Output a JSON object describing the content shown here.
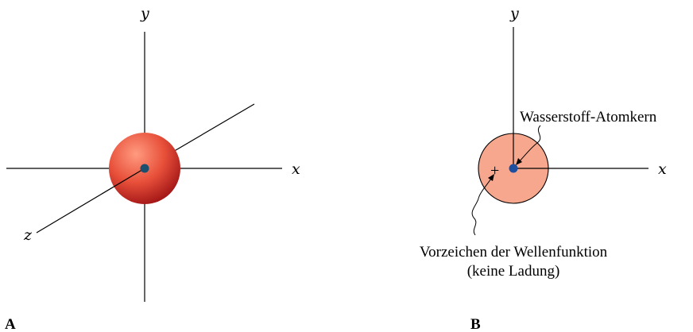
{
  "panel_a": {
    "label": "A",
    "axis_x": "x",
    "axis_y": "y",
    "axis_z": "z"
  },
  "panel_b": {
    "label": "B",
    "axis_x": "x",
    "axis_y": "y",
    "nucleus_label": "Wasserstoff-Atomkern",
    "sign_symbol": "+",
    "sign_label_line1": "Vorzeichen der Wellenfunktion",
    "sign_label_line2": "(keine Ladung)"
  },
  "colors": {
    "sphere_highlight": "#ff9b80",
    "sphere_mid": "#e8503a",
    "sphere_shadow": "#a51818",
    "orbital_fill": "#f7a78d",
    "nucleus": "#1a4f6e",
    "nucleus_b": "#1c4fa0"
  }
}
